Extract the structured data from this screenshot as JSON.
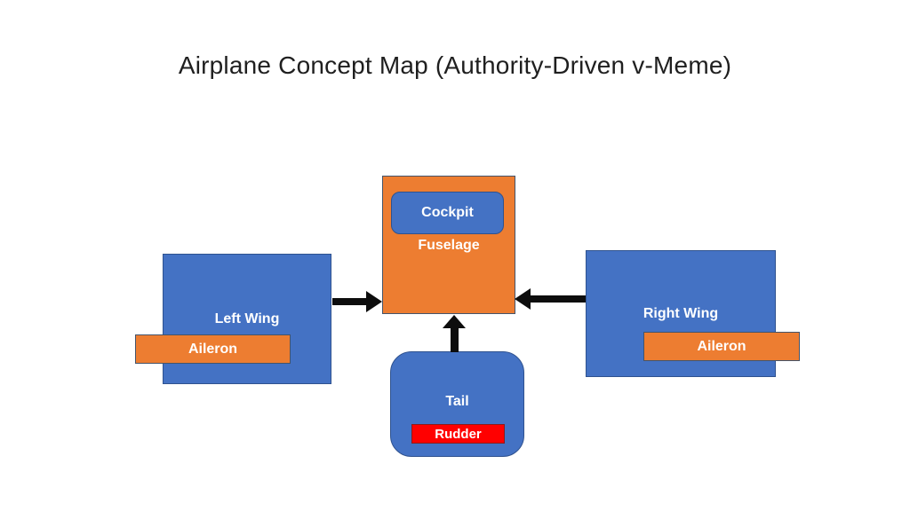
{
  "title": "Airplane Concept Map (Authority-Driven v-Meme)",
  "diagram": {
    "nodes": {
      "fuselage": {
        "label": "Fuselage",
        "fill": "orange"
      },
      "cockpit": {
        "label": "Cockpit",
        "fill": "blue"
      },
      "left_wing": {
        "label": "Left Wing",
        "fill": "blue"
      },
      "left_aileron": {
        "label": "Aileron",
        "fill": "orange"
      },
      "right_wing": {
        "label": "Right Wing",
        "fill": "blue"
      },
      "right_aileron": {
        "label": "Aileron",
        "fill": "orange"
      },
      "tail": {
        "label": "Tail",
        "fill": "blue"
      },
      "rudder": {
        "label": "Rudder",
        "fill": "red"
      }
    },
    "connections": [
      {
        "from": "Left Wing",
        "to": "Fuselage",
        "arrow_direction": "right"
      },
      {
        "from": "Right Wing",
        "to": "Fuselage",
        "arrow_direction": "left"
      },
      {
        "from": "Tail",
        "to": "Fuselage",
        "arrow_direction": "up"
      }
    ]
  },
  "colors": {
    "box_blue": "#4472C4",
    "box_blue_border": "#2F528F",
    "box_orange": "#ED7D31",
    "box_orange_border": "#44546A",
    "box_red": "#FF0000",
    "box_red_border": "#8B1A1A",
    "arrow": "#0D0D0D",
    "title_text": "#1F1F1F",
    "label_text": "#FFFFFF",
    "background": "#FFFFFF"
  }
}
